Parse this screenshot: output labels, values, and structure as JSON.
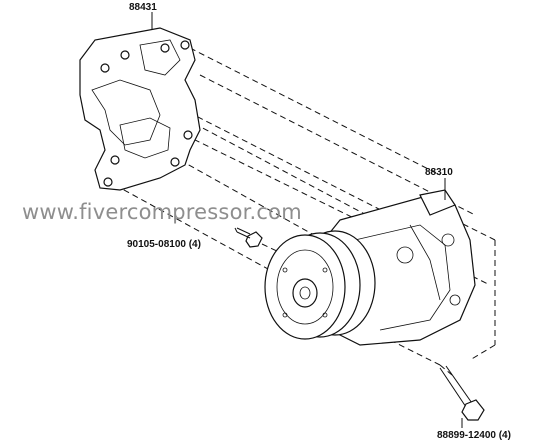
{
  "labels": {
    "bracket": "88431",
    "compressor": "88310",
    "bolt_small": "90105-08100 (4)",
    "bolt_long": "88899-12400 (4)"
  },
  "watermark": "www.fivercompressor.com"
}
